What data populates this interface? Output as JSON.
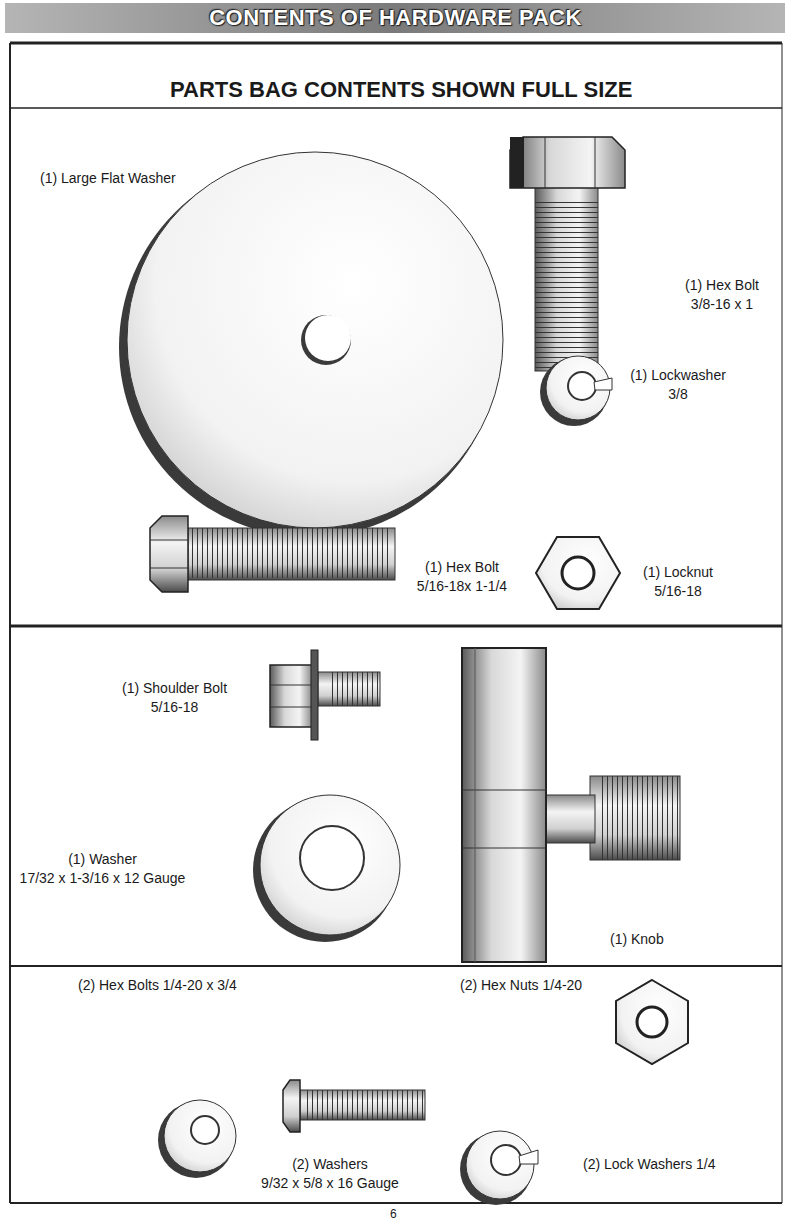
{
  "diagram": {
    "title": "CONTENTS OF HARDWARE PACK",
    "labels": [
      "PARTS BAG CONTENTS SHOWN FULL SIZE",
      "(1) Large Flat Washer",
      "(1) Hex Bolt 3/8-16 x 1",
      "(1) Lockwasher 3/8",
      "(1) Hex Bolt 5/16-18x 1-1/4",
      "(1) Locknut 5/16-18",
      "(1) Shoulder Bolt 5/16-18",
      "(1) Washer 17/32 x 1-3/16 x 12 Gauge",
      "(1) Knob",
      "(2) Hex Bolts 1/4-20 x 3/4",
      "(2) Hex Nuts 1/4-20",
      "(2) Washers 9/32 x 5/8 x 16 Gauge",
      "(2) Lock Washers 1/4",
      "6"
    ]
  }
}
